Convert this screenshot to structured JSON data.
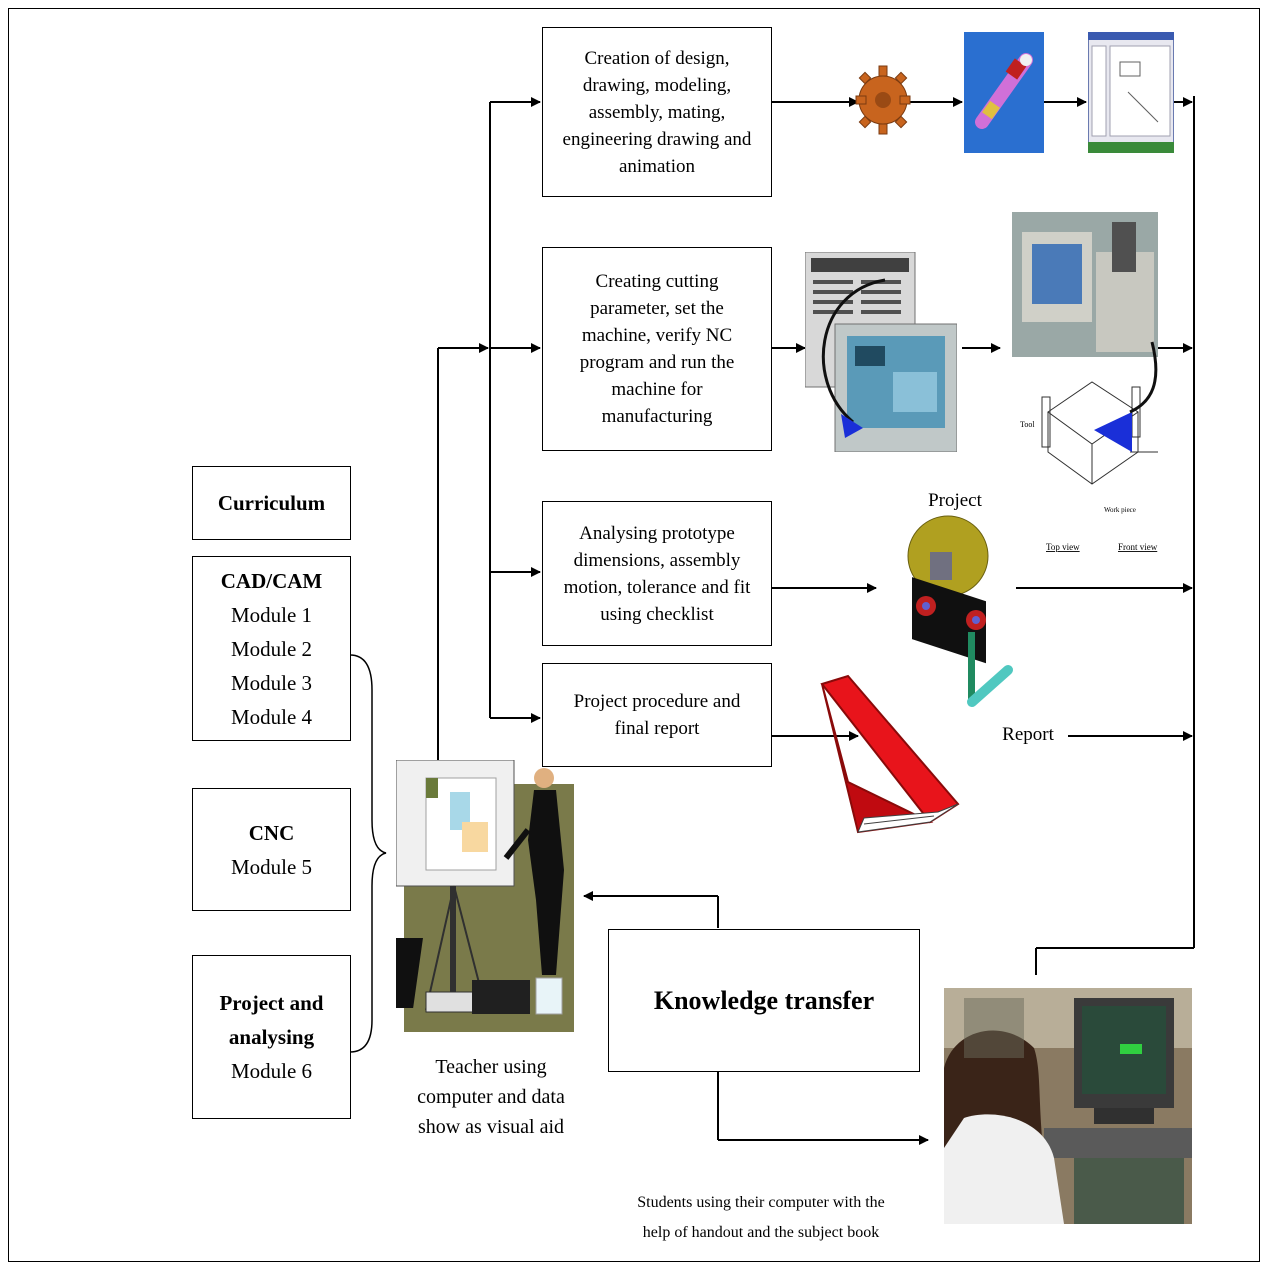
{
  "curriculum": {
    "title": "Curriculum",
    "cadcam": {
      "title": "CAD/CAM",
      "modules": [
        "Module 1",
        "Module 2",
        "Module 3",
        "Module 4"
      ]
    },
    "cnc": {
      "title": "CNC",
      "modules": [
        "Module 5"
      ]
    },
    "project": {
      "title_line1": "Project and",
      "title_line2": "analysing",
      "modules": [
        "Module 6"
      ]
    }
  },
  "activities": [
    {
      "lines": [
        "Creation of design,",
        "drawing, modeling,",
        "assembly, mating,",
        "engineering drawing and",
        "animation"
      ]
    },
    {
      "lines": [
        "Creating cutting",
        "parameter, set the",
        "machine, verify NC",
        "program and run the",
        "machine for",
        "manufacturing"
      ]
    },
    {
      "lines": [
        "Analysing prototype",
        "dimensions, assembly",
        "motion, tolerance and fit",
        "using checklist"
      ]
    },
    {
      "lines": [
        "Project procedure and",
        "final report"
      ]
    }
  ],
  "labels": {
    "project": "Project",
    "report": "Report",
    "knowledge_transfer": "Knowledge transfer",
    "teacher_caption": [
      "Teacher using",
      "computer and data",
      "show as visual aid"
    ],
    "students_caption": [
      "Students using their computer with the",
      "help of handout and the subject book"
    ],
    "drawing_top_view": "Top view",
    "drawing_front_view": "Front view",
    "drawing_tool": "Tool",
    "drawing_work_piece": "Work piece"
  },
  "colors": {
    "book": "#e8141b",
    "gear": "#c8641e",
    "arrow_blue": "#1a2fd8",
    "teacher_bg": "#7a7a4a"
  },
  "icons": [
    "gear-icon",
    "shaft-assembly-icon",
    "cad-screen-icon",
    "nc-program-screen-icon",
    "cnc-machine-photo",
    "tool-path-drawing",
    "winch-prototype-icon",
    "report-book-icon",
    "teacher-presentation-icon",
    "student-lab-photo"
  ]
}
